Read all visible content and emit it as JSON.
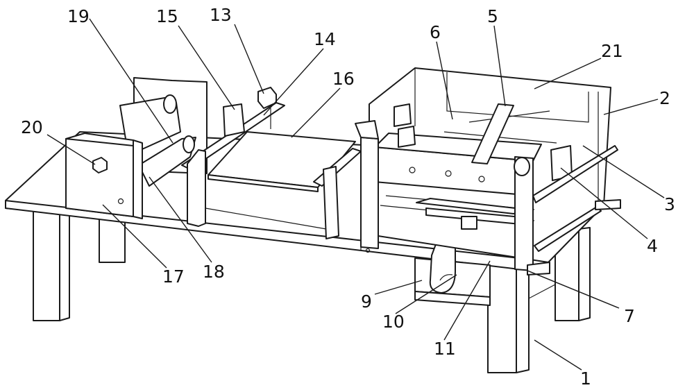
{
  "figure": {
    "callouts": [
      {
        "id": "c1",
        "text": "1"
      },
      {
        "id": "c2",
        "text": "2"
      },
      {
        "id": "c3",
        "text": "3"
      },
      {
        "id": "c4",
        "text": "4"
      },
      {
        "id": "c5",
        "text": "5"
      },
      {
        "id": "c6",
        "text": "6"
      },
      {
        "id": "c7",
        "text": "7"
      },
      {
        "id": "c9",
        "text": "9"
      },
      {
        "id": "c10",
        "text": "10"
      },
      {
        "id": "c11",
        "text": "11"
      },
      {
        "id": "c13",
        "text": "13"
      },
      {
        "id": "c14",
        "text": "14"
      },
      {
        "id": "c15",
        "text": "15"
      },
      {
        "id": "c16",
        "text": "16"
      },
      {
        "id": "c17",
        "text": "17"
      },
      {
        "id": "c18",
        "text": "18"
      },
      {
        "id": "c19",
        "text": "19"
      },
      {
        "id": "c20",
        "text": "20"
      },
      {
        "id": "c21",
        "text": "21"
      }
    ]
  }
}
